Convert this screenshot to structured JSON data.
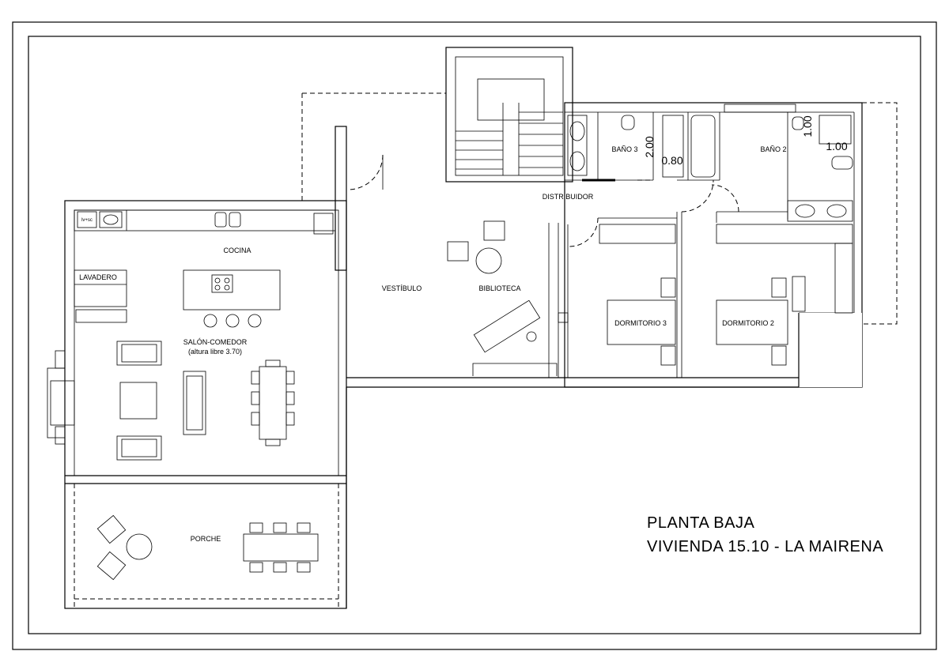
{
  "title": {
    "line1": "PLANTA BAJA",
    "line2": "VIVIENDA 15.10 - LA MAIRENA"
  },
  "rooms": {
    "cocina": "COCINA",
    "lavadero": "LAVADERO",
    "salon": "SALÓN-COMEDOR",
    "salon_note": "(altura libre 3.70)",
    "porche": "PORCHE",
    "vestibulo": "VESTÍBULO",
    "biblioteca": "BIBLIOTECA",
    "distribuidor": "DISTRIBUIDOR",
    "bano3": "BAÑO 3",
    "bano2": "BAÑO 2",
    "dormitorio3": "DORMITORIO 3",
    "dormitorio2": "DORMITORIO 2"
  },
  "dimensions": {
    "d200": "2.00",
    "d080": "0.80",
    "d100a": "1.00",
    "d100b": "1.00"
  },
  "appliance_label": "lv+sc"
}
